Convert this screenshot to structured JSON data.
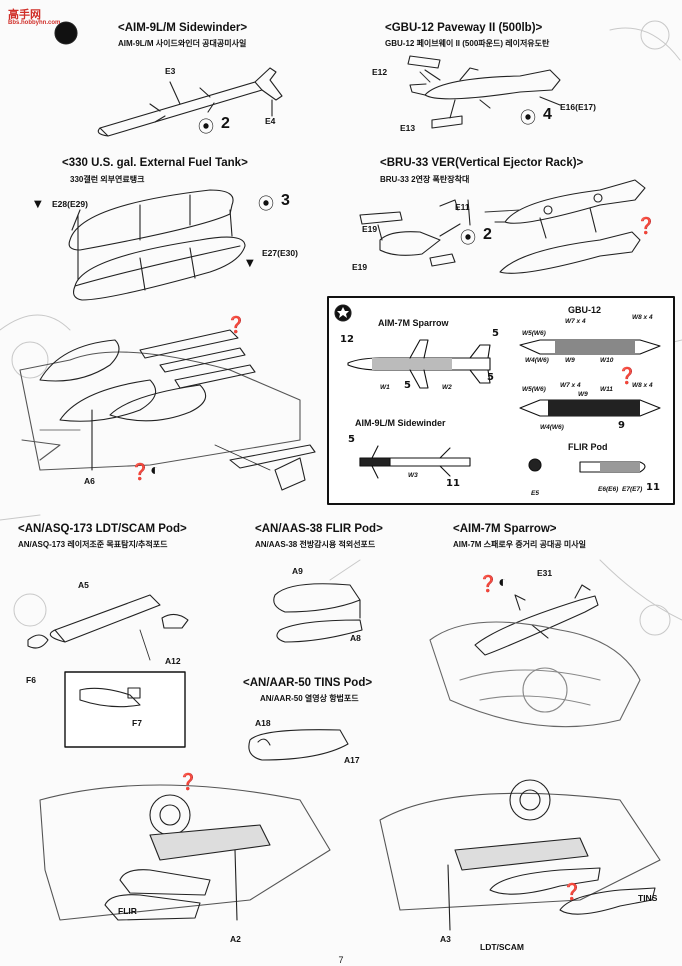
{
  "page_number": "7",
  "site_logo": {
    "text": "高手网",
    "subtext": "Bbs.hobbyhn.com"
  },
  "sections": {
    "aim9": {
      "title": "<AIM-9L/M Sidewinder>",
      "subtitle": "AIM-9L/M 사이드와인더 공대공미사일",
      "parts": [
        "E3",
        "E4"
      ],
      "count": "2"
    },
    "gbu12": {
      "title": "<GBU-12 Paveway II (500lb)>",
      "subtitle": "GBU-12 페이브웨이 II (500파운드) 레이저유도탄",
      "parts": [
        "E12",
        "E13",
        "E16(E17)"
      ],
      "count": "4"
    },
    "fueltank": {
      "title": "<330 U.S. gal. External Fuel Tank>",
      "subtitle": "330갤런 외부연료탱크",
      "parts": [
        "E28(E29)",
        "E27(E30)"
      ],
      "count": "3"
    },
    "bru33": {
      "title": "<BRU-33 VER(Vertical Ejector Rack)>",
      "subtitle": "BRU-33 2연장 폭탄장착대",
      "parts": [
        "E11",
        "E19",
        "E19"
      ],
      "count": "2"
    },
    "ldt": {
      "title": "<AN/ASQ-173 LDT/SCAM Pod>",
      "subtitle": "AN/ASQ-173 레이저조준 목표탐지/추적포드",
      "parts": [
        "A5",
        "A12",
        "F6",
        "F7"
      ]
    },
    "flir": {
      "title": "<AN/AAS-38 FLIR Pod>",
      "subtitle": "AN/AAS-38 전방감시용 적외선포드",
      "parts": [
        "A9",
        "A8"
      ]
    },
    "aim7": {
      "title": "<AIM-7M Sparrow>",
      "subtitle": "AIM-7M 스패로우 중거리 공대공 미사일",
      "parts": [
        "E31"
      ]
    },
    "tins": {
      "title": "<AN/AAR-50 TINS Pod>",
      "subtitle": "AN/AAR-50 열영상 항법포드",
      "parts": [
        "A18",
        "A17"
      ]
    }
  },
  "paint_box": {
    "aim7_label": "AIM-7M Sparrow",
    "gbu_label": "GBU-12",
    "aim9_label": "AIM-9L/M Sidewinder",
    "flir_label": "FLIR Pod",
    "gbu_codes": [
      "W5(W6)",
      "W7 x 4",
      "W8 x 4",
      "W4(W6)",
      "W9",
      "W10",
      "W5(W6)",
      "W7 x 4",
      "W9",
      "W11",
      "W8 x 4",
      "W4(W6)"
    ],
    "sparrow_codes": [
      "W1",
      "W2"
    ],
    "sidewinder_codes": [
      "W3"
    ],
    "flir_codes": [
      "E5",
      "E6(E6)",
      "E7(E7)"
    ],
    "color_numbers": [
      "12",
      "5",
      "5",
      "5",
      "9",
      "5",
      "11",
      "11"
    ]
  },
  "assembly_labels": {
    "left_main": "A6",
    "bottom_left_part": "A2",
    "bottom_left_pod": "FLIR",
    "bottom_right_part": "A3",
    "bottom_right_ldt": "LDT/SCAM",
    "bottom_right_tins": "TINS"
  }
}
